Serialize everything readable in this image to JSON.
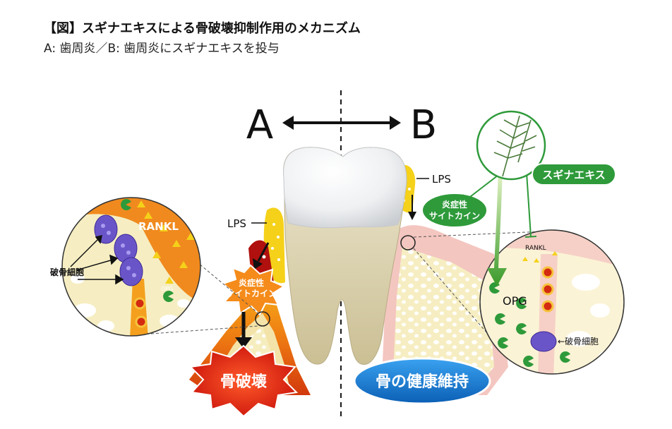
{
  "title": "【図】スギナエキスによる骨破壊抑制作用のメカニズム",
  "subtitle": "A: 歯周炎／B: 歯周炎にスギナエキスを投与",
  "diagram": {
    "label_a": "A",
    "label_b": "B",
    "lps": "LPS",
    "rankl_big": "RANKL",
    "rankl_small": "RANKL",
    "osteoclast": "破骨細胞",
    "osteoclast_arrow": "←破骨細胞",
    "opg_small": "OPG",
    "opg_big": "OPG",
    "cytokine_line1": "炎症性",
    "cytokine_line2": "サイトカイン",
    "sugina_extract": "スギナエキス",
    "bone_destruction": "骨破壊",
    "bone_health": "骨の健康維持"
  },
  "colors": {
    "inflamed_orange": "#f39a1c",
    "inflamed_red": "#d42a10",
    "healthy_pink": "#f4c6c0",
    "green": "#2e9a3a",
    "blue": "#1a7fd0",
    "osteoclast_purple": "#6a55c8"
  }
}
